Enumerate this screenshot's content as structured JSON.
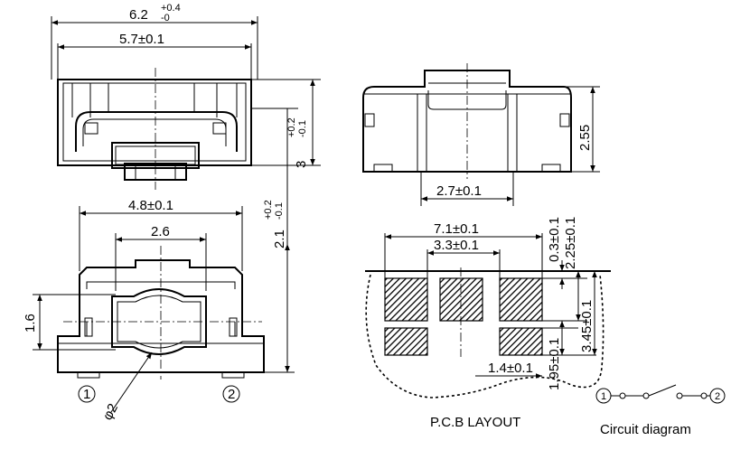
{
  "top_view": {
    "dim_overall": "6.2",
    "dim_overall_tol_plus": "+0.4",
    "dim_overall_tol_minus": "-0",
    "dim_body": "5.7±0.1",
    "dim_height": "3",
    "dim_height_tol_plus": "+0.2",
    "dim_height_tol_minus": "-0.1"
  },
  "side_view": {
    "dim_height": "2.55",
    "dim_actuator": "2.7±0.1"
  },
  "bottom_view": {
    "dim_width": "4.8±0.1",
    "dim_inner": "2.6",
    "dim_height": "2.1",
    "dim_height_tol_plus": "+0.2",
    "dim_height_tol_minus": "-0.1",
    "dim_offset": "1.6",
    "dim_diameter": "φ2",
    "pin1": "1",
    "pin2": "2"
  },
  "pcb_layout": {
    "title": "P.C.B LAYOUT",
    "dim_total": "7.1±0.1",
    "dim_pad_gap": "3.3±0.1",
    "dim_03": "0.3±0.1",
    "dim_225": "2.25±0.1",
    "dim_345": "3.45±0.1",
    "dim_195": "1.95±0.1",
    "dim_14": "1.4±0.1"
  },
  "circuit": {
    "title": "Circuit diagram",
    "pin1": "1",
    "pin2": "2"
  }
}
